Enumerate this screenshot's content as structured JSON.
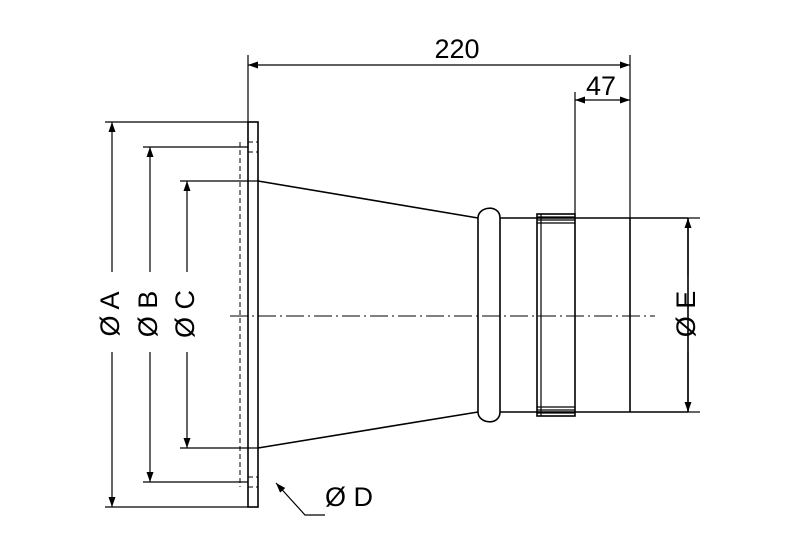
{
  "dimensions": {
    "overall_length": "220",
    "end_length": "47",
    "diameter_a": "Ø A",
    "diameter_b": "Ø B",
    "diameter_c": "Ø C",
    "diameter_d": "Ø D",
    "diameter_e": "Ø E"
  },
  "colors": {
    "line": "#000000",
    "background": "#ffffff"
  }
}
